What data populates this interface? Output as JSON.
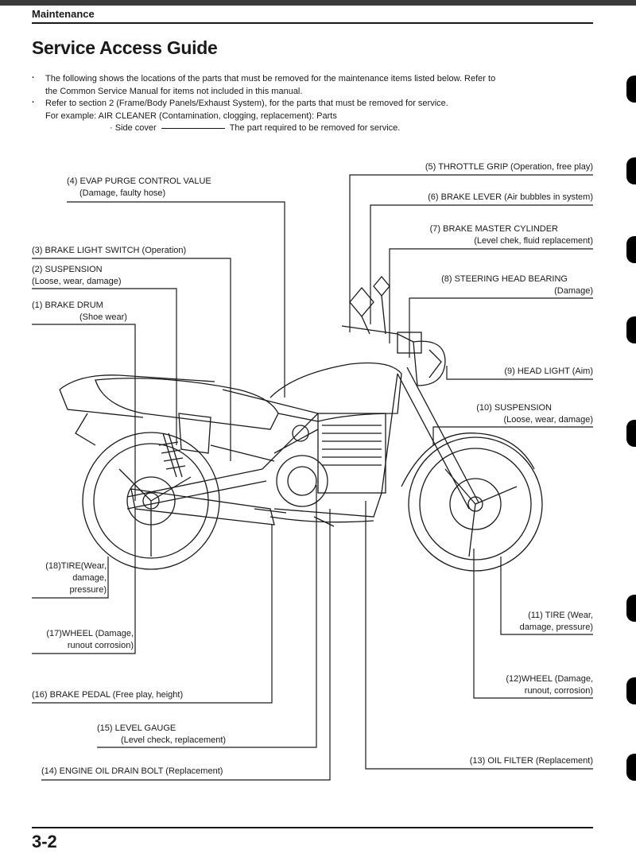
{
  "header": {
    "section": "Maintenance"
  },
  "title": "Service Access Guide",
  "intro": {
    "bullet1_line1": "The following shows the locations of the parts that must be removed for the maintenance items listed below. Refer to",
    "bullet1_line2": "the Common Service Manual for items not included in this manual.",
    "bullet2_line1": "Refer to section 2 (Frame/Body Panels/Exhaust System), for the parts that must be removed for service.",
    "bullet2_line2": "For example: AIR CLEANER (Contamination, clogging, replacement): Parts",
    "example_part": "· Side cover",
    "example_desc": "The part required to be removed for service."
  },
  "labels": {
    "l1": {
      "name": "(1) BRAKE DRUM",
      "detail": "(Shoe wear)"
    },
    "l2": {
      "name": "(2) SUSPENSION",
      "detail": "(Loose, wear, damage)"
    },
    "l3": {
      "name": "(3) BRAKE LIGHT SWITCH (Operation)"
    },
    "l4": {
      "name": "(4) EVAP PURGE CONTROL VALUE",
      "detail": "(Damage, faulty hose)"
    },
    "l5": {
      "name": "(5) THROTTLE GRIP (Operation, free play)"
    },
    "l6": {
      "name": "(6) BRAKE LEVER (Air bubbles in system)"
    },
    "l7": {
      "name": "(7) BRAKE MASTER CYLINDER",
      "detail": "(Level chek, fluid replacement)"
    },
    "l8": {
      "name": "(8) STEERING HEAD BEARING",
      "detail": "(Damage)"
    },
    "l9": {
      "name": "(9) HEAD LIGHT (Aim)"
    },
    "l10": {
      "name": "(10) SUSPENSION",
      "detail": "(Loose, wear, damage)"
    },
    "l11": {
      "name": "(11) TIRE (Wear,",
      "detail": "damage, pressure)"
    },
    "l12": {
      "name": "(12)WHEEL (Damage,",
      "detail": "runout, corrosion)"
    },
    "l13": {
      "name": "(13) OIL FILTER (Replacement)"
    },
    "l14": {
      "name": "(14) ENGINE OIL DRAIN BOLT (Replacement)"
    },
    "l15": {
      "name": "(15) LEVEL GAUGE",
      "detail": "(Level check, replacement)"
    },
    "l16": {
      "name": "(16) BRAKE PEDAL (Free play, height)"
    },
    "l17": {
      "name": "(17)WHEEL (Damage,",
      "detail": "runout corrosion)"
    },
    "l18": {
      "name": "(18)TIRE(Wear,",
      "detail": "damage,",
      "detail2": "pressure)"
    }
  },
  "footer": {
    "page_number": "3-2"
  }
}
